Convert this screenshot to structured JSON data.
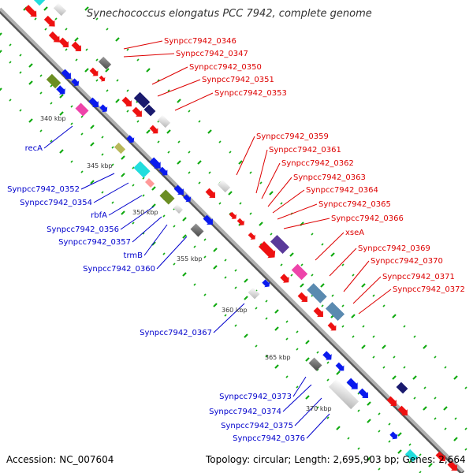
{
  "title": "Synechococcus elongatus PCC 7942, complete genome",
  "footer": {
    "accession": "Accession: NC_007604",
    "summary": "Topology: circular; Length: 2,695,903 bp; Genes: 2,664"
  },
  "colors": {
    "forward_label": "#dd0000",
    "reverse_label": "#0000cc",
    "forward_feature": "#ee1111",
    "reverse_feature": "#0a1aee",
    "backbone": "#888888",
    "tick": "#11aa11"
  },
  "kbp_marks": [
    "340 kbp",
    "345 kbp",
    "350 kbp",
    "355 kbp",
    "360 kbp",
    "365 kbp",
    "370 kbp"
  ],
  "forward_labels": [
    "Synpcc7942_0346",
    "Synpcc7942_0347",
    "Synpcc7942_0350",
    "Synpcc7942_0351",
    "Synpcc7942_0353",
    "Synpcc7942_0359",
    "Synpcc7942_0361",
    "Synpcc7942_0362",
    "Synpcc7942_0363",
    "Synpcc7942_0364",
    "Synpcc7942_0365",
    "Synpcc7942_0366",
    "xseA",
    "Synpcc7942_0369",
    "Synpcc7942_0370",
    "Synpcc7942_0371",
    "Synpcc7942_0372"
  ],
  "reverse_labels": [
    "recA",
    "Synpcc7942_0352",
    "Synpcc7942_0354",
    "rbfA",
    "Synpcc7942_0356",
    "Synpcc7942_0357",
    "trmB",
    "Synpcc7942_0360",
    "Synpcc7942_0367",
    "Synpcc7942_0373",
    "Synpcc7942_0374",
    "Synpcc7942_0375",
    "Synpcc7942_0376"
  ]
}
